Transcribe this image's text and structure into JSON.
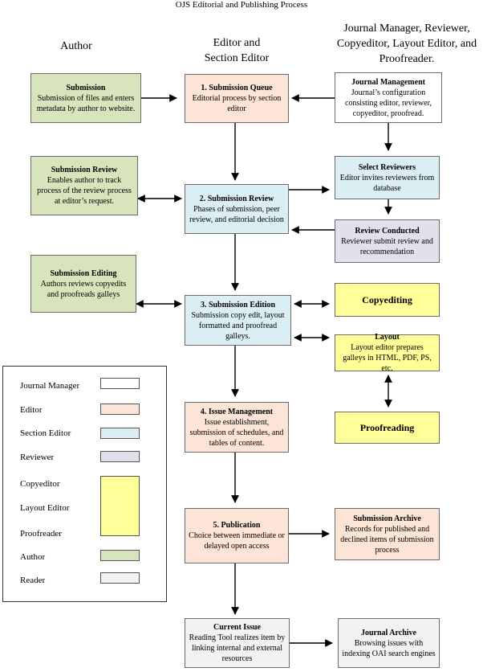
{
  "title": "OJS Editorial and Publishing Process",
  "headers": {
    "author": "Author",
    "editor": "Editor and Section Editor",
    "roles": "Journal Manager, Reviewer, Copyeditor, Layout Editor, and Proofreader."
  },
  "boxes": {
    "submission": {
      "title": "Submission",
      "body": "Submission of files and enters metadata by author to website."
    },
    "submission_queue": {
      "title": "1.     Submission Queue",
      "body": "Editorial process by section editor"
    },
    "journal_management": {
      "title": "Journal Management",
      "body": "Journal’s configuration consisting editor, reviewer, copyeditor, proofread."
    },
    "author_submission_review": {
      "title": "Submission Review",
      "body": "Enables author to track process of the review process at editor’s request."
    },
    "submission_review": {
      "title": "2. Submission Review",
      "body": "Phases of submission, peer review, and editorial decision"
    },
    "select_reviewers": {
      "title": "Select Reviewers",
      "body": "Editor invites reviewers from database"
    },
    "review_conducted": {
      "title": "Review Conducted",
      "body": "Reviewer submit review and recommendation"
    },
    "submission_editing": {
      "title": "Submission Editing",
      "body": "Authors reviews copyedits and proofreads galleys"
    },
    "submission_edition": {
      "title": "3. Submission Edition",
      "body": "Submission copy edit, layout formatted and proofread galleys."
    },
    "copyediting": {
      "title": "Copyediting"
    },
    "layout": {
      "title": "Layout",
      "body": "Layout editor prepares galleys in HTML, PDF, PS, etc."
    },
    "issue_management": {
      "title": "4. Issue Management",
      "body": "Issue establishment, submission of schedules, and tables of content."
    },
    "proofreading": {
      "title": "Proofreading"
    },
    "publication": {
      "title": "5. Publication",
      "body": "Choice between immediate or delayed open access"
    },
    "submission_archive": {
      "title": "Submission Archive",
      "body": "Records for published and declined items of submission process"
    },
    "current_issue": {
      "title": "Current Issue",
      "body": "Reading Tool realizes item by linking internal and external resources"
    },
    "journal_archive": {
      "title": "Journal Archive",
      "body": "Browsing issues with indexing OAI search engines"
    }
  },
  "legend": {
    "journal_manager": "Journal Manager",
    "editor": "Editor",
    "section_editor": "Section Editor",
    "reviewer": "Reviewer",
    "copyeditor": "Copyeditor",
    "layout_editor": "Layout Editor",
    "proofreader": "Proofreader",
    "author": "Author",
    "reader": "Reader"
  },
  "colors": {
    "journal_manager": "#ffffff",
    "editor": "#fce4d6",
    "section_editor": "#dbeef4",
    "reviewer": "#e4dfec",
    "production": "#ffff99",
    "author": "#d8e4bc",
    "reader": "#f2f2f2"
  }
}
